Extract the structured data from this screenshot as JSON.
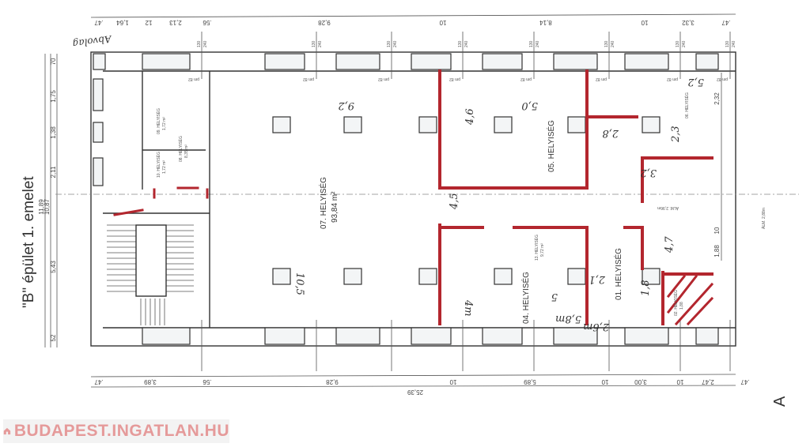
{
  "title": "\"B\" épület 1. emelet",
  "annotation_top_left": "Abvolag",
  "top_dimensions": [
    ".47",
    "1,64",
    "12",
    "2,13",
    ".56",
    "9,28",
    "10",
    "8,14",
    "10",
    "3,32",
    ".47"
  ],
  "bottom_dimensions": [
    ".47",
    "3,89",
    ".56",
    "9,28",
    "10",
    "5,89",
    "10",
    "3,00",
    "10",
    "2,47",
    ".47"
  ],
  "bottom_total": "25,39",
  "left_dimensions": [
    "70",
    "1,75",
    "1,38",
    "2,11",
    "5,43",
    "52"
  ],
  "left_totals": [
    "11,89",
    "10,87"
  ],
  "right_dimensions": [
    "2,32",
    "1,88",
    "10"
  ],
  "rooms": [
    {
      "id": "07",
      "label": "07. HELYISÉG",
      "area": "93,84 m²"
    },
    {
      "id": "05",
      "label": "05. HELYISÉG",
      "area": ""
    },
    {
      "id": "04",
      "label": "04. HELYISÉG",
      "area": ""
    },
    {
      "id": "01",
      "label": "01. HELYISÉG",
      "area": ""
    },
    {
      "id": "13",
      "label": "13. HELYISÉG",
      "area": "9,72 m²"
    },
    {
      "id": "09",
      "label": "09. HELYISÉG",
      "area": "1,72 m²"
    },
    {
      "id": "10",
      "label": "10. HELYISÉG",
      "area": "1,72 m²"
    },
    {
      "id": "08",
      "label": "08. HELYISÉG",
      "area": "8,35 m²"
    },
    {
      "id": "06",
      "label": "06. HELYISÉG",
      "area": ""
    },
    {
      "id": "02",
      "label": "02. HELYISÉG",
      "area": "1,88"
    }
  ],
  "handwritten": [
    "9,2",
    "10,5",
    "4,6",
    "5,0",
    "4,5",
    "4m",
    "5",
    "2,8",
    "3,2",
    "2,3",
    "4,7",
    "1,8",
    "2,6m",
    "2,1",
    "5,8m",
    "5,2"
  ],
  "other_labels": [
    "ÁLM. 2,96m",
    "ÁLM. 2,88m",
    "A"
  ],
  "window_labels": [
    "130",
    "240",
    "pm 82"
  ],
  "watermark": "BUDAPEST.INGATLAN.HU",
  "colors": {
    "red_wall": "#b3262e",
    "watermark": "#e59a9a"
  }
}
